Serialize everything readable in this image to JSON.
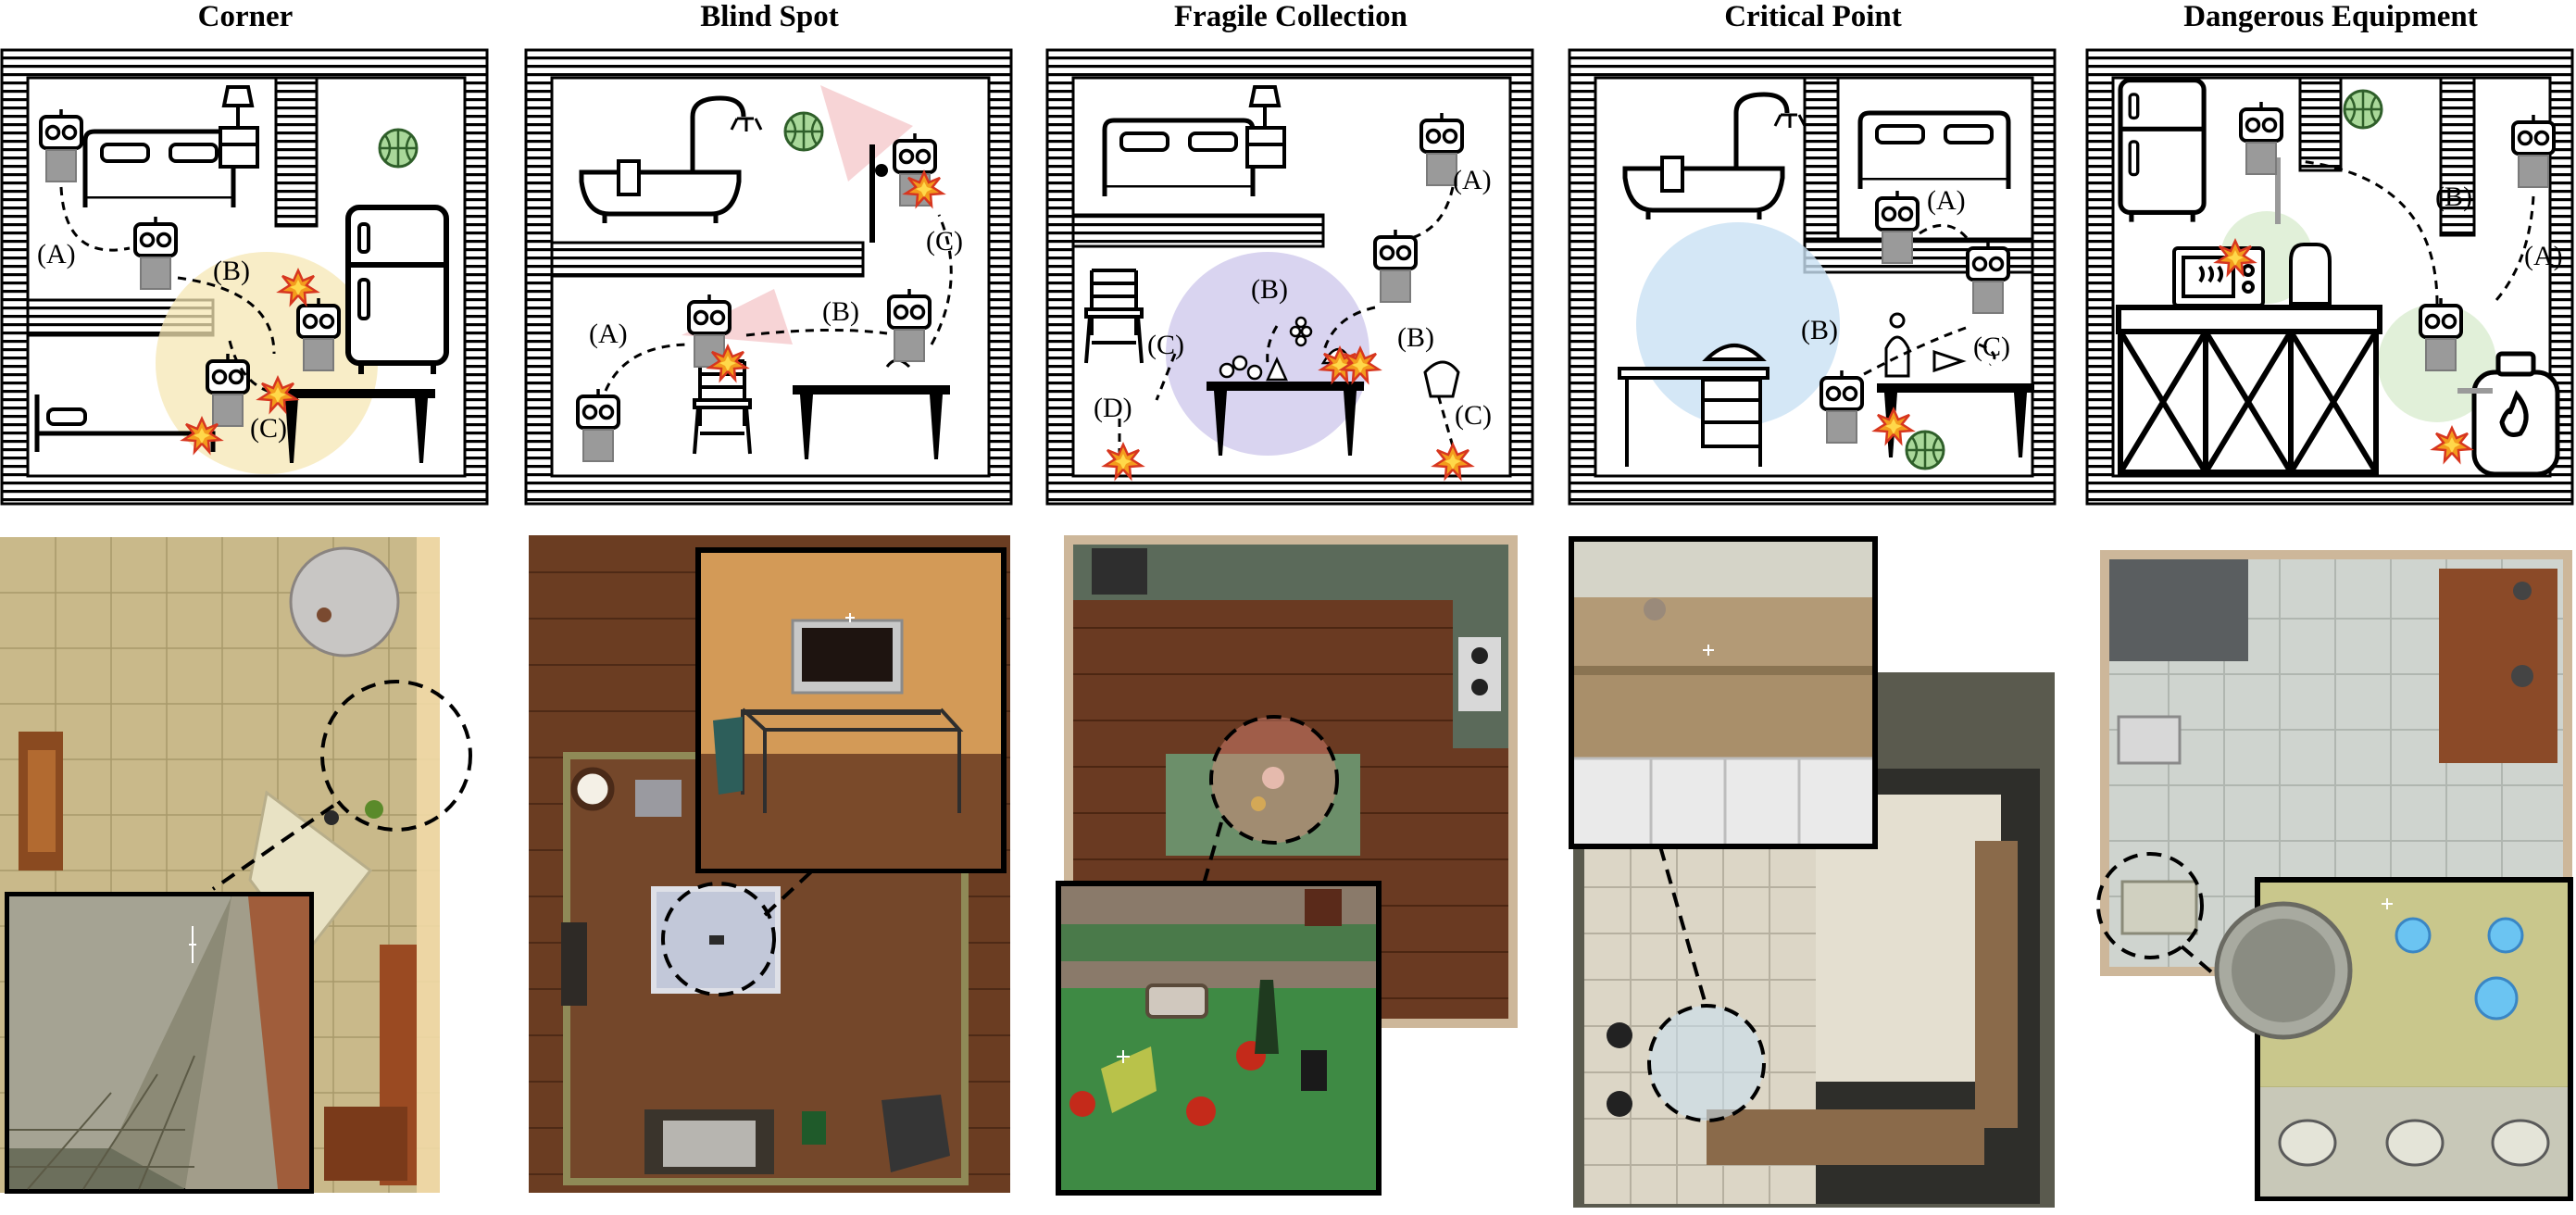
{
  "panels": [
    {
      "title": "Corner",
      "labels": {
        "a": "(A)",
        "b": "(B)",
        "c": "(C)"
      }
    },
    {
      "title": "Blind Spot",
      "labels": {
        "a": "(A)",
        "b": "(B)",
        "c": "(C)"
      }
    },
    {
      "title": "Fragile Collection",
      "labels": {
        "a": "(A)",
        "b": "(B)",
        "b2": "(B)",
        "c": "(C)",
        "c2": "(C)",
        "d": "(D)"
      }
    },
    {
      "title": "Critical Point",
      "labels": {
        "a": "(A)",
        "b": "(B)",
        "c": "(C)"
      }
    },
    {
      "title": "Dangerous Equipment",
      "labels": {
        "a": "(A)",
        "b": "(B)"
      }
    }
  ],
  "colors": {
    "corner_highlight": "#f6e7b4",
    "blindspot_highlight": "#f5c9cc",
    "fragile_highlight": "#cfc9ec",
    "critical_highlight": "#c9e1f4",
    "danger_highlight": "#d9ecd0",
    "floor_wood": "#6b3d22",
    "floor_tile": "#c9b98a"
  },
  "icons": [
    "robot-icon",
    "bed-icon",
    "lamp-icon",
    "ball-icon",
    "fridge-icon",
    "table-icon",
    "chair-icon",
    "bathtub-icon",
    "collision-icon",
    "desk-icon",
    "lantern-icon",
    "gas-tank-icon",
    "microwave-icon",
    "coffee-pot-icon"
  ]
}
